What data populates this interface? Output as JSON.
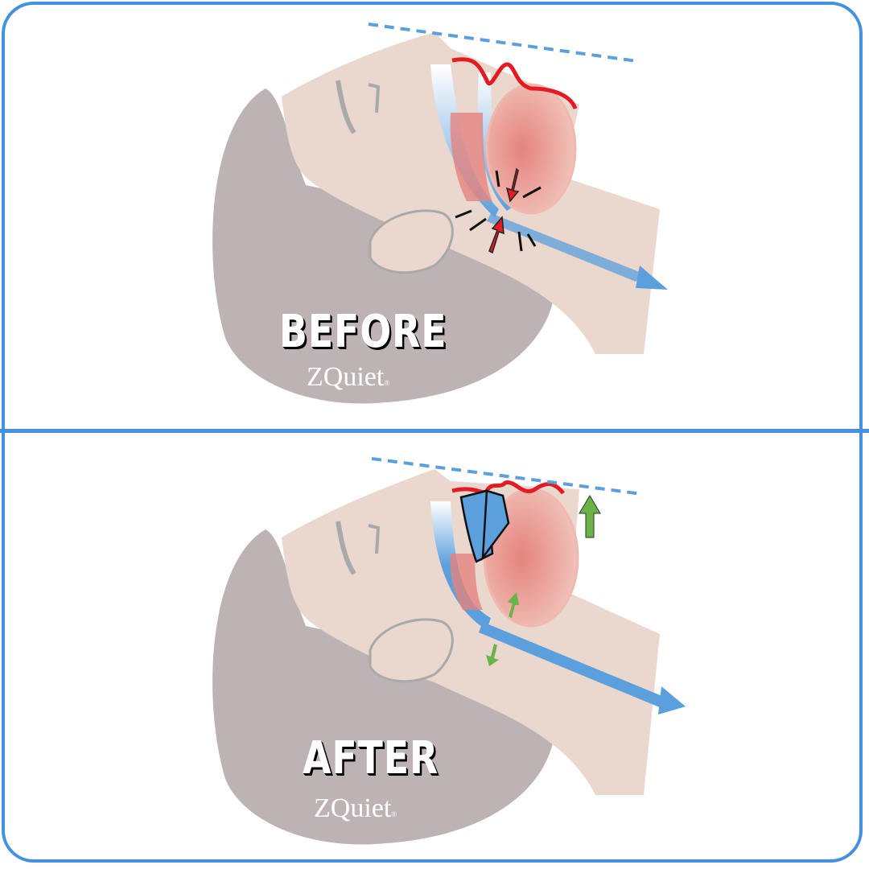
{
  "panels": [
    {
      "id": "before",
      "label": "BEFORE",
      "brand": "ZQuiet",
      "brand_mark": "®",
      "state": "airway-collapsed",
      "indicators": [
        "red-pressure-arrows",
        "vibration-lines"
      ]
    },
    {
      "id": "after",
      "label": "AFTER",
      "brand": "ZQuiet",
      "brand_mark": "®",
      "state": "airway-open",
      "indicators": [
        "mouthpiece",
        "green-jaw-arrows"
      ]
    }
  ],
  "colors": {
    "frame": "#4391e0",
    "skin": "#ead8cf",
    "hair": "#bdb3b4",
    "tissue": "#e5837e",
    "airflow": "#5b9fdc",
    "jaw_line": "#e41b23",
    "pressure_arrow": "#e41b23",
    "relief_arrow": "#6ab447",
    "device": "#5b9fdc"
  }
}
